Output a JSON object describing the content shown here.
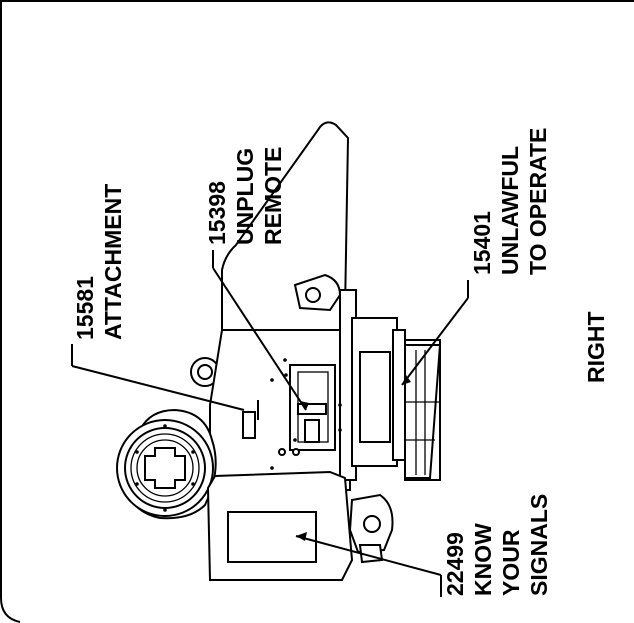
{
  "labels": {
    "l15581": {
      "number": "15581",
      "name": "ATTACHMENT"
    },
    "l15398": {
      "number": "15398",
      "name": "UNPLUG",
      "name2": "REMOTE"
    },
    "l15401": {
      "number": "15401",
      "name": "UNLAWFUL",
      "name2": "TO OPERATE"
    },
    "l22499": {
      "number": "22499",
      "name": "KNOW",
      "name2": "YOUR",
      "name3": "SIGNALS"
    },
    "side": "RIGHT"
  }
}
